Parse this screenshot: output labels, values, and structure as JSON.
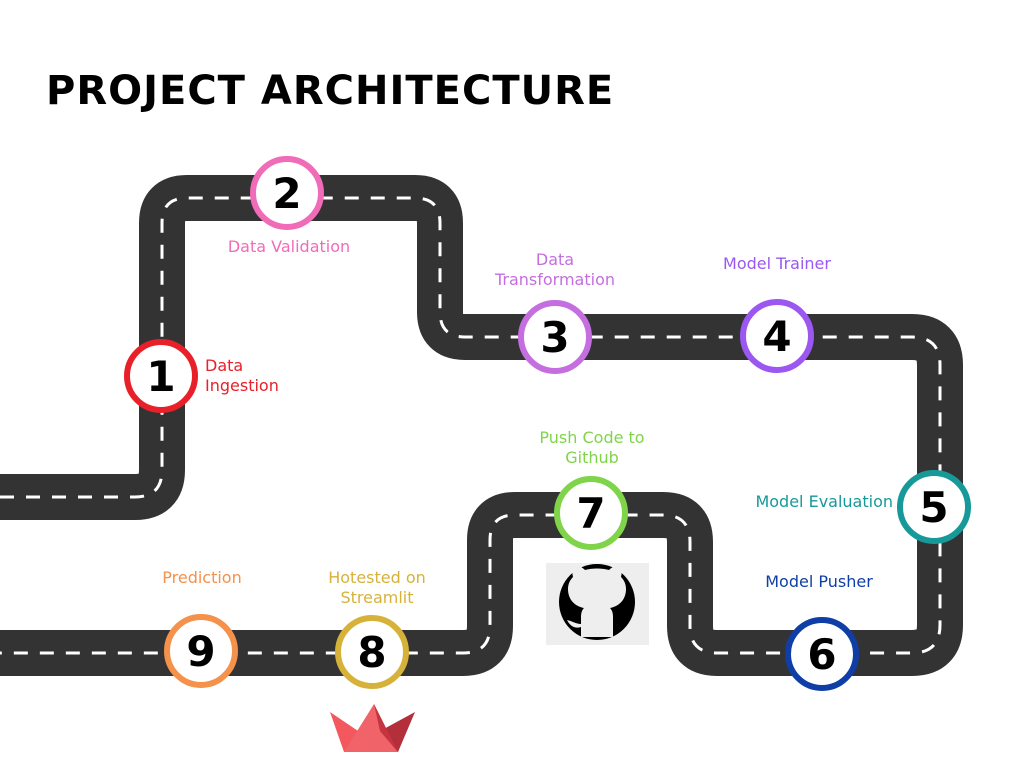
{
  "title": "PROJECT ARCHITECTURE",
  "colors": {
    "road": "#333333",
    "dash": "#ffffff"
  },
  "steps": [
    {
      "number": "1",
      "label": "Data\nIngestion",
      "color": "#e8202a"
    },
    {
      "number": "2",
      "label": "Data Validation",
      "color": "#f06bb8"
    },
    {
      "number": "3",
      "label": "Data\nTransformation",
      "color": "#c46ee0"
    },
    {
      "number": "4",
      "label": "Model Trainer",
      "color": "#9b57f0"
    },
    {
      "number": "5",
      "label": "Model Evaluation",
      "color": "#17999a"
    },
    {
      "number": "6",
      "label": "Model Pusher",
      "color": "#0f3fa6"
    },
    {
      "number": "7",
      "label": "Push Code to\nGithub",
      "color": "#7fd44a"
    },
    {
      "number": "8",
      "label": "Hotested on\nStreamlit",
      "color": "#d6b23a"
    },
    {
      "number": "9",
      "label": "Prediction",
      "color": "#f4914a"
    }
  ],
  "icons": {
    "github": "github-icon",
    "streamlit": "streamlit-icon"
  }
}
